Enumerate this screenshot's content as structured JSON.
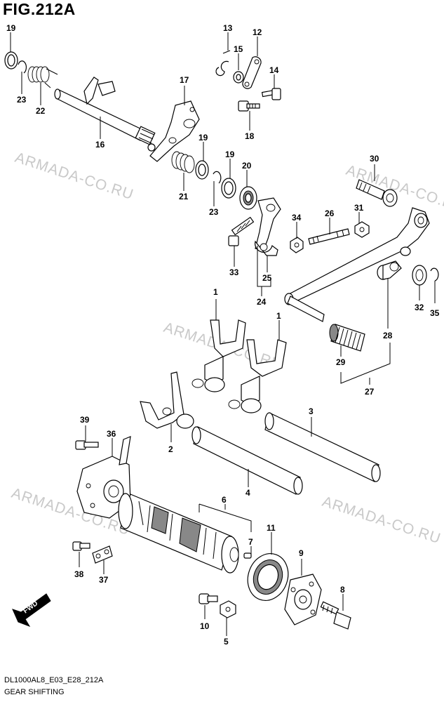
{
  "figure": {
    "title": "FIG.212A",
    "code": "DL1000AL8_E03_E28_212A",
    "name": "GEAR SHIFTING",
    "watermark": "ARMADA-CO.RU",
    "fwd_label": "FWD"
  },
  "callouts": {
    "c1a": "1",
    "c1b": "1",
    "c2": "2",
    "c3": "3",
    "c4": "4",
    "c5": "5",
    "c6": "6",
    "c7": "7",
    "c8": "8",
    "c9": "9",
    "c10": "10",
    "c11": "11",
    "c12": "12",
    "c13": "13",
    "c14": "14",
    "c15": "15",
    "c16": "16",
    "c17": "17",
    "c18": "18",
    "c19a": "19",
    "c19b": "19",
    "c19c": "19",
    "c20": "20",
    "c21": "21",
    "c22": "22",
    "c23a": "23",
    "c23b": "23",
    "c24": "24",
    "c25": "25",
    "c26": "26",
    "c27": "27",
    "c28": "28",
    "c29": "29",
    "c30": "30",
    "c31": "31",
    "c32": "32",
    "c33": "33",
    "c34": "34",
    "c35": "35",
    "c36": "36",
    "c37": "37",
    "c38": "38",
    "c39": "39"
  }
}
